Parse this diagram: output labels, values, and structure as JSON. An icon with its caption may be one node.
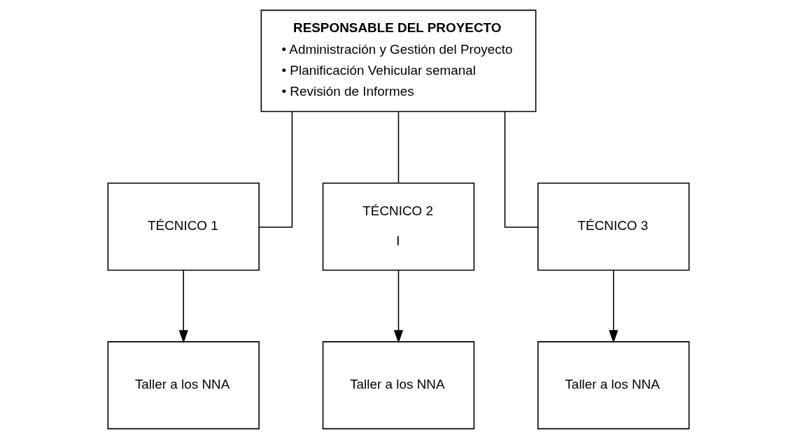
{
  "diagram": {
    "nodes": [
      {
        "text": [
          "RESPONSABLE DEL PROYECTO",
          "• Administración y Gestión del Proyecto",
          "• Planificación Vehicular semanal",
          "• Revisión de Informes"
        ]
      },
      {
        "text": [
          "TÉCNICO 1"
        ]
      },
      {
        "text": [
          "TÉCNICO 2",
          "I"
        ]
      },
      {
        "text": [
          "TÉCNICO 3"
        ]
      },
      {
        "text": [
          "Taller a los NNA"
        ]
      },
      {
        "text": [
          "Taller a los NNA"
        ]
      },
      {
        "text": [
          "Taller a los NNA"
        ]
      }
    ],
    "edges": [
      {
        "from": 0,
        "to": 1,
        "arrow": "none"
      },
      {
        "from": 0,
        "to": 2,
        "arrow": "none"
      },
      {
        "from": 0,
        "to": 3,
        "arrow": "none"
      },
      {
        "from": 1,
        "to": 4,
        "arrow": "to"
      },
      {
        "from": 2,
        "to": 5,
        "arrow": "to"
      },
      {
        "from": 3,
        "to": 6,
        "arrow": "to"
      }
    ]
  }
}
